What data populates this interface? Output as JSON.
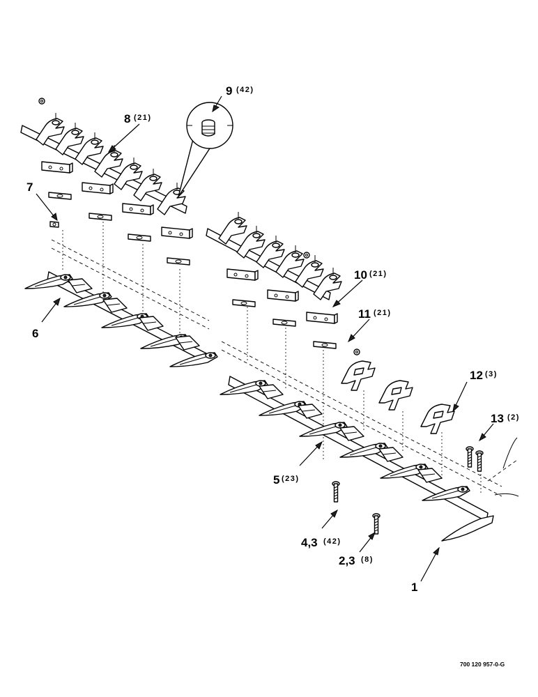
{
  "diagram": {
    "drawing_number": "700 120 957-0-G",
    "callouts": [
      {
        "id": "c1",
        "number": "1",
        "qty": ""
      },
      {
        "id": "c23",
        "number": "2,3",
        "qty": "(8)"
      },
      {
        "id": "c43",
        "number": "4,3",
        "qty": "(42)"
      },
      {
        "id": "c5",
        "number": "5",
        "qty": "(23)"
      },
      {
        "id": "c6",
        "number": "6",
        "qty": ""
      },
      {
        "id": "c7",
        "number": "7",
        "qty": ""
      },
      {
        "id": "c8",
        "number": "8",
        "qty": "(21)"
      },
      {
        "id": "c9",
        "number": "9",
        "qty": "(42)"
      },
      {
        "id": "c10",
        "number": "10",
        "qty": "(21)"
      },
      {
        "id": "c11",
        "number": "11",
        "qty": "(21)"
      },
      {
        "id": "c12",
        "number": "12",
        "qty": "(3)"
      },
      {
        "id": "c13",
        "number": "13",
        "qty": "(2)"
      }
    ]
  }
}
